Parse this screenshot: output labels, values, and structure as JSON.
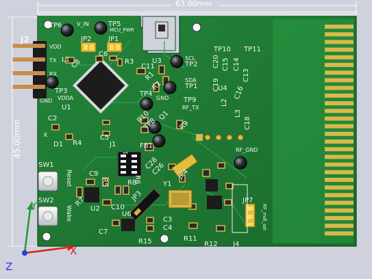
{
  "view": {
    "dimensions": {
      "width_label": "63.00mm",
      "height_label": "45.00mm"
    },
    "axes": {
      "x": "X",
      "y": "Y",
      "z": "Z"
    },
    "colors": {
      "background": "#cfd2dc",
      "board": "#1f7a33",
      "copper": "#d9b94a",
      "silk": "#f4f4f4"
    }
  },
  "board": {
    "header": {
      "ref": "J2",
      "pins": [
        "VDD",
        "TX",
        "RX",
        "GND"
      ]
    },
    "labels": [
      "TP6",
      "V_IN",
      "TP5",
      "MCU_PWR",
      "JP2",
      "JP1",
      "L1",
      "C8",
      "C6",
      "R3",
      "U3",
      "SCL",
      "TP2",
      "C11",
      "TP3",
      "VDDA",
      "U1",
      "R1",
      "R2",
      "SDA",
      "TP1",
      "TP4",
      "GND",
      "TP9",
      "RF_TX",
      "R10",
      "TP8",
      "Q1",
      "R9",
      "TP10",
      "TP11",
      "C20",
      "C15",
      "C14",
      "C13",
      "C19",
      "U4",
      "L2",
      "C16",
      "L3",
      "C18",
      "C2",
      "K",
      "D1",
      "R4",
      "C5",
      "J1",
      "FB1",
      "1",
      "C28",
      "C26",
      "JP4",
      "RF_GND",
      "SW1",
      "Reset",
      "SW2",
      "Wake",
      "C9",
      "R5",
      "R6",
      "R8",
      "R7",
      "U2",
      "C10",
      "JP3",
      "Y1",
      "U6",
      "C7",
      "C3",
      "C4",
      "R15",
      "R11",
      "R12",
      "J4",
      "JP7",
      "RF_mdl_sel"
    ]
  }
}
